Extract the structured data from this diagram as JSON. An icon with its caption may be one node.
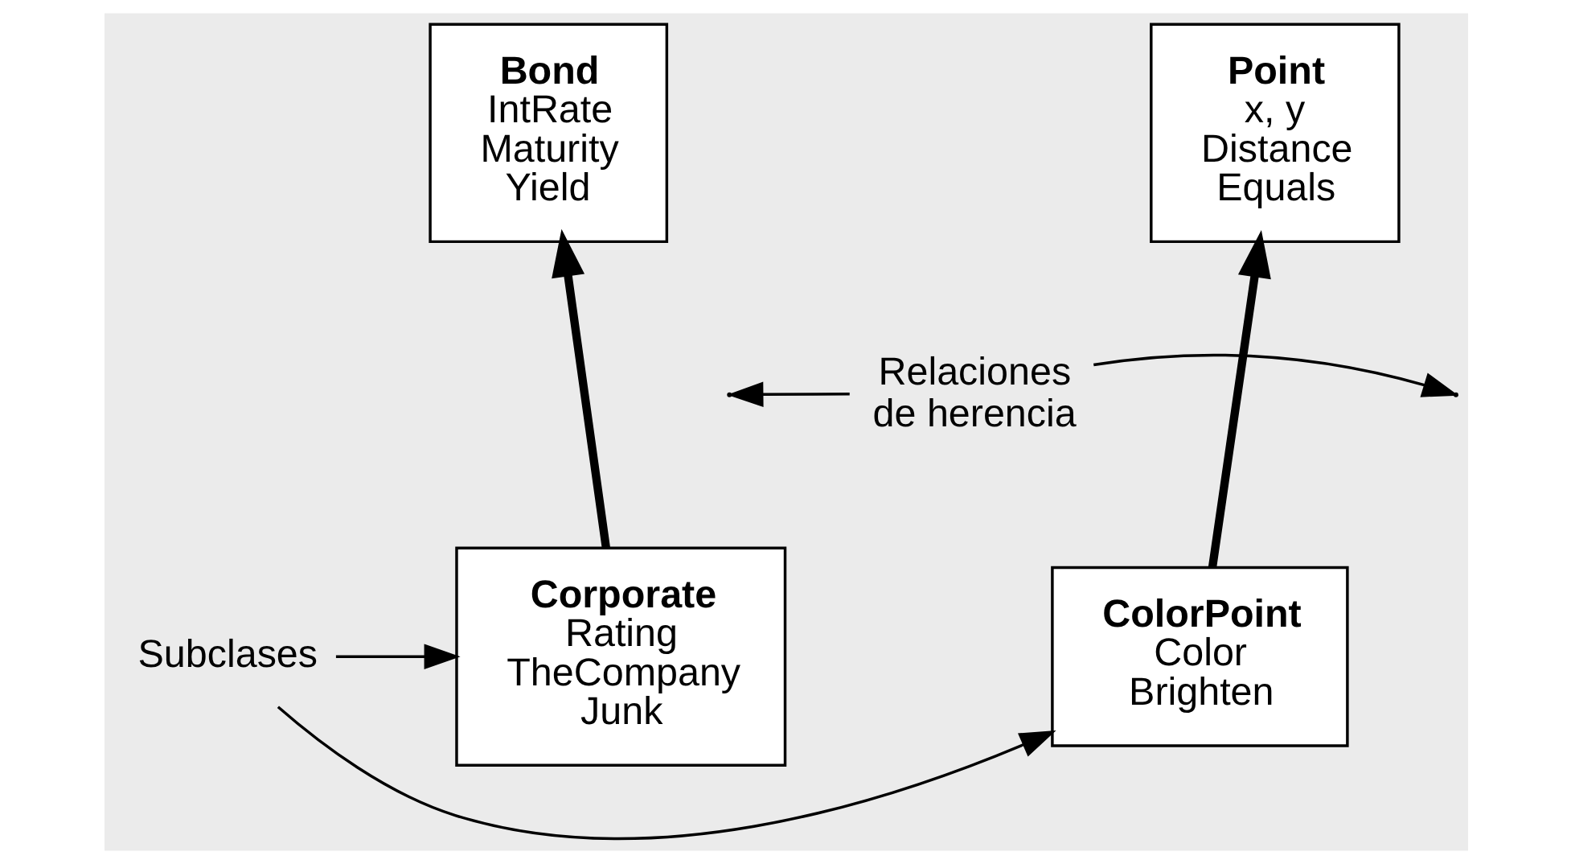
{
  "diagram": {
    "nodes": [
      {
        "text": [
          "Point",
          "x, y",
          "Distance",
          "Equals"
        ]
      },
      {
        "text": [
          "Bond",
          "IntRate",
          "Maturity",
          "Yield"
        ]
      },
      {
        "text": [
          "ColorPoint",
          "Color",
          "Brighten"
        ]
      },
      {
        "text": [
          "Corporate",
          "Rating",
          "TheCompany",
          "Junk"
        ]
      },
      {
        "text": [
          "Relaciones de herencia"
        ]
      },
      {
        "text": [
          "Subclases"
        ]
      }
    ],
    "edges": [
      {
        "from": 2,
        "to": 0,
        "arrow": "to",
        "style": "thick"
      },
      {
        "from": 3,
        "to": 1,
        "arrow": "to",
        "style": "thick"
      },
      {
        "from": 4,
        "to": null,
        "arrow": "to"
      },
      {
        "from": 4,
        "to": null,
        "arrow": "to"
      },
      {
        "from": 5,
        "to": 2,
        "arrow": "to"
      },
      {
        "from": 5,
        "to": 3,
        "arrow": "to"
      }
    ]
  }
}
